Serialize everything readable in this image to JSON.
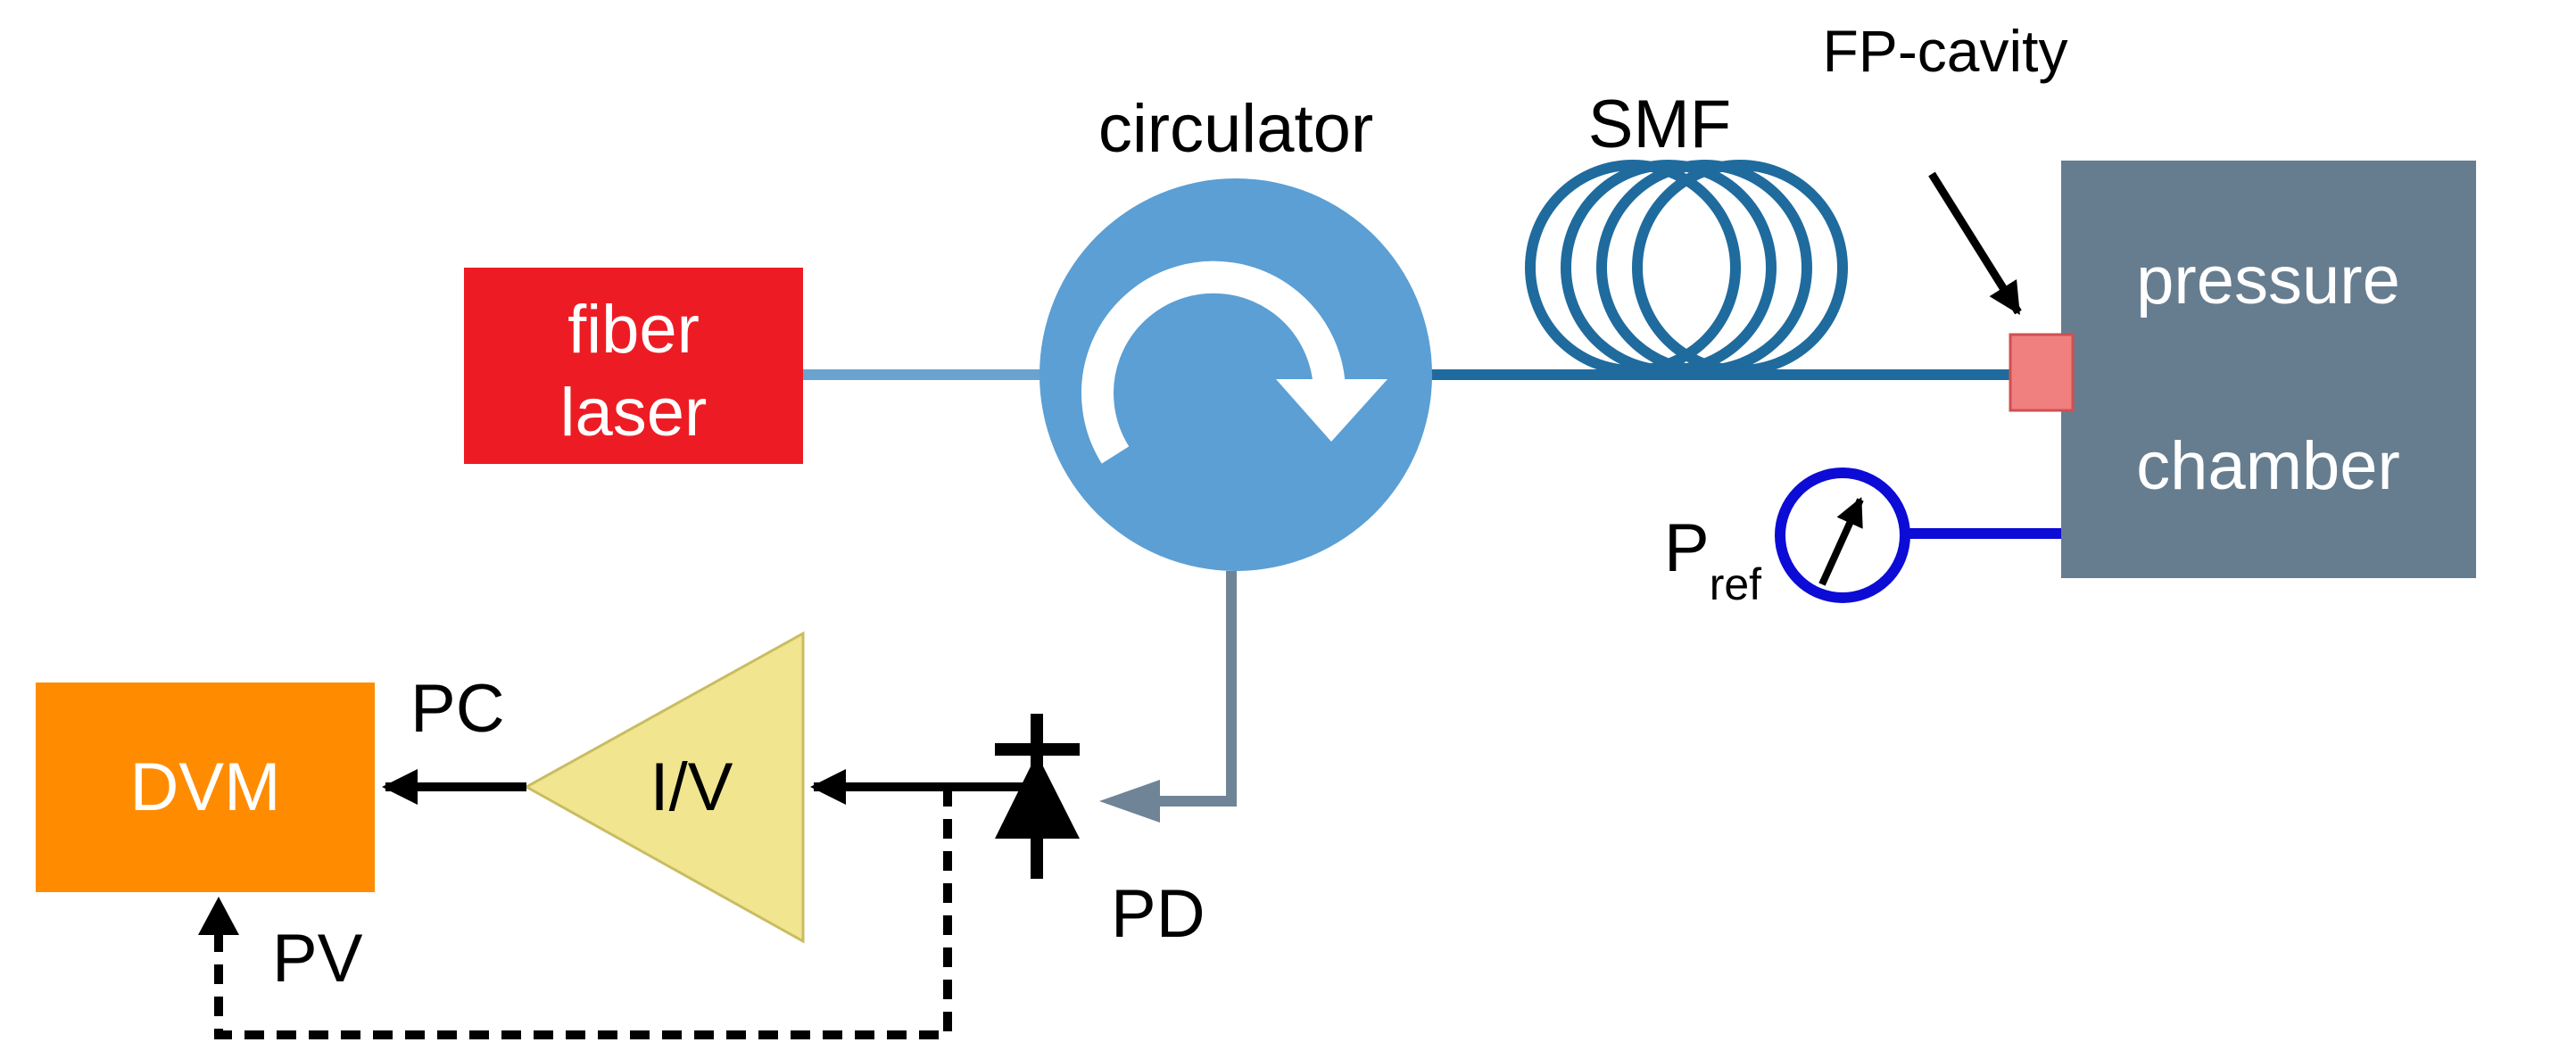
{
  "labels": {
    "fiber_laser_line1": "fiber",
    "fiber_laser_line2": "laser",
    "circulator": "circulator",
    "smf": "SMF",
    "fp_cavity": "FP-cavity",
    "pressure_chamber_line1": "pressure",
    "pressure_chamber_line2": "chamber",
    "pref_main": "P",
    "pref_sub": "ref",
    "dvm": "DVM",
    "iv": "I/V",
    "pc": "PC",
    "pv": "PV",
    "pd": "PD"
  },
  "colors": {
    "fiber_laser": "#ed1c24",
    "circulator": "#5b9fd4",
    "fiber_light": "#6aa3cf",
    "fiber_smf": "#1f6b9e",
    "pressure_chamber": "#667d90",
    "fp_cavity": "#f08080",
    "gauge": "#0c0cd6",
    "dvm": "#ff8c00",
    "iv_amp": "#f1e58f",
    "pd_fiber": "#6f8496",
    "signal": "#000000"
  }
}
